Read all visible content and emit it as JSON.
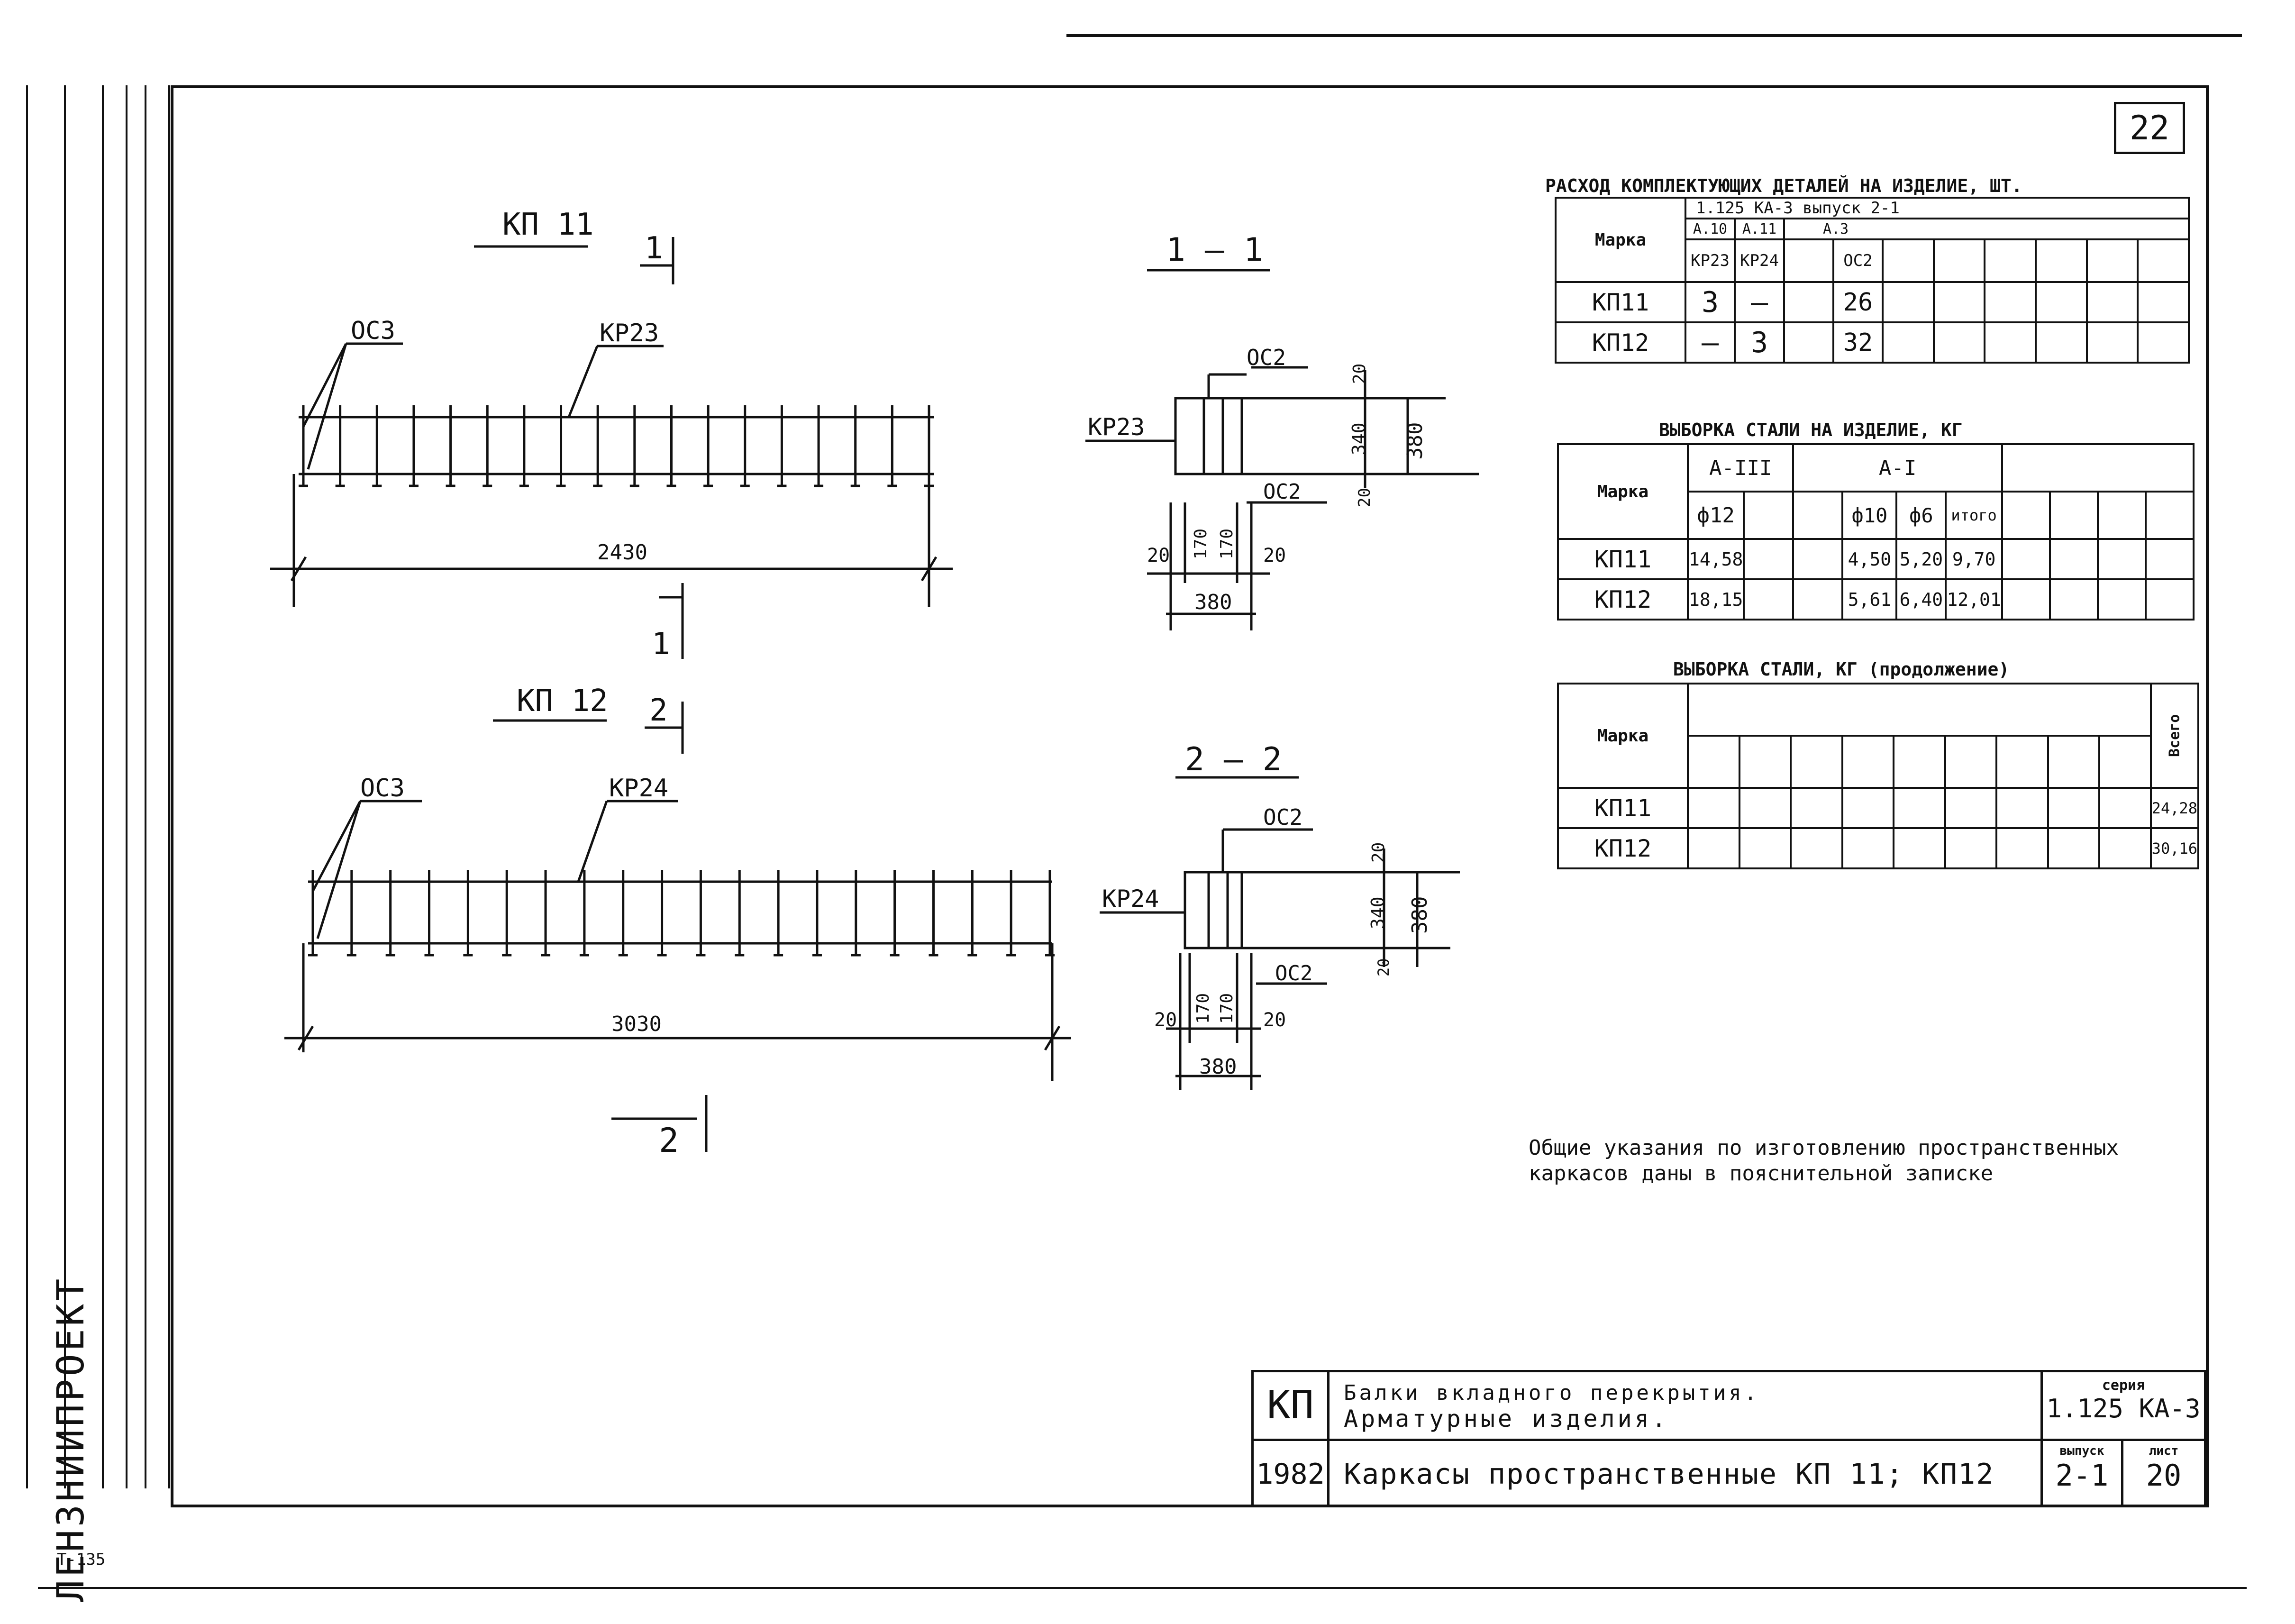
{
  "sheet_number": "22",
  "left_strip": {
    "organization": "ЛЕНЗНИИПРОЕКТ",
    "bottom_code": "Т-135"
  },
  "drawings": {
    "kp11": {
      "label": "КП 11",
      "section_mark": "1",
      "callout_left": "ОС3",
      "callout_right": "КР23",
      "length": "2430"
    },
    "section11": {
      "title": "1 — 1",
      "oc2_top": "ОС2",
      "oc2_bottom": "ОС2",
      "kr": "КР23",
      "dim_20_top": "20",
      "dim_340": "340",
      "dim_380_v": "380",
      "dim_20_side": "20",
      "dim_20_left": "20",
      "dim_170_a": "170",
      "dim_170_b": "170",
      "dim_20_right": "20",
      "dim_380_h": "380"
    },
    "kp12": {
      "label": "КП 12",
      "section_mark": "2",
      "callout_left": "ОС3",
      "callout_right": "КР24",
      "length": "3030"
    },
    "section22": {
      "title": "2 — 2",
      "oc2_top": "ОС2",
      "oc2_bottom": "ОС2",
      "kr": "КР24",
      "dim_20_top": "20",
      "dim_340": "340",
      "dim_380_v": "380",
      "dim_20_side": "20",
      "dim_20_left": "20",
      "dim_170_a": "170",
      "dim_170_b": "170",
      "dim_20_right": "20",
      "dim_380_h": "380"
    }
  },
  "table1": {
    "title": "РАСХОД КОМПЛЕКТУЮЩИХ ДЕТАЛЕЙ НА ИЗДЕЛИЕ, ШТ.",
    "series_ref": "1.125 КА-3  выпуск 2-1",
    "col_mark": "Марка",
    "sub_a": "А.10",
    "sub_b": "А.11",
    "sub_c": "А.3",
    "h1": "КР23",
    "h2": "КР24",
    "h3": "ОС2",
    "rows": [
      {
        "mark": "КП11",
        "v1": "3",
        "v2": "–",
        "v3": "26"
      },
      {
        "mark": "КП12",
        "v1": "–",
        "v2": "3",
        "v3": "32"
      }
    ]
  },
  "table2": {
    "title": "ВЫБОРКА СТАЛИ НА ИЗДЕЛИЕ, КГ",
    "col_mark": "Марка",
    "group_a3": "А-III",
    "group_a1": "А-I",
    "h_d12": "ф12",
    "h_d10": "ф10",
    "h_d6": "ф6",
    "h_total": "итого",
    "rows": [
      {
        "mark": "КП11",
        "d12": "14,58",
        "d10": "4,50",
        "d6": "5,20",
        "total": "9,70"
      },
      {
        "mark": "КП12",
        "d12": "18,15",
        "d10": "5,61",
        "d6": "6,40",
        "total": "12,01"
      }
    ]
  },
  "table3": {
    "title": "ВЫБОРКА СТАЛИ, КГ (продолжение)",
    "col_mark": "Марка",
    "h_total": "Всего",
    "rows": [
      {
        "mark": "КП11",
        "total": "24,28"
      },
      {
        "mark": "КП12",
        "total": "30,16"
      }
    ]
  },
  "notes": "Общие указания по изготовлению пространственных каркасов даны в пояснительной записке",
  "title_block": {
    "code": "КП",
    "year": "1982",
    "title_line1": "Балки вкладного перекрытия.",
    "title_line2": "Арматурные изделия.",
    "subtitle": "Каркасы пространственные  КП 11; КП12",
    "series_label": "серия",
    "series_value": "1.125 КА-3",
    "issue_label": "выпуск",
    "issue_value": "2-1",
    "sheet_label": "лист",
    "sheet_value": "20"
  }
}
